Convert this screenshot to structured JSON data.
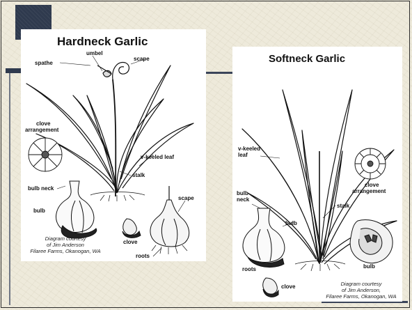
{
  "hardneck": {
    "title": "Hardneck Garlic",
    "labels": {
      "spathe": "spathe",
      "umbel": "umbel",
      "scape_top": "scape",
      "clove_arrangement_1": "clove",
      "clove_arrangement_2": "arrangement",
      "v_keeled_leaf": "v-keeled leaf",
      "stalk": "stalk",
      "bulb_neck": "bulb neck",
      "bulb": "bulb",
      "scape_bottom": "scape",
      "clove": "clove",
      "roots": "roots"
    },
    "credit": [
      "Diagram courtesy",
      "of Jim Anderson",
      "Filaree Farms, Okanogan, WA"
    ]
  },
  "softneck": {
    "title": "Softneck Garlic",
    "labels": {
      "v_keeled_1": "v-keeled",
      "v_keeled_2": "leaf",
      "clove_arrangement_1": "clove",
      "clove_arrangement_2": "arrangement",
      "bulb_neck_1": "bulb",
      "bulb_neck_2": "neck",
      "stalk": "stalk",
      "bulb_right": "bulb",
      "roots": "roots",
      "bulb_bottom": "bulb",
      "clove": "clove"
    },
    "credit": [
      "Diagram courtesy",
      "of Jim Anderson,",
      "Filaree Farms, Okanogan, WA"
    ]
  },
  "colors": {
    "background": "#eeeadb",
    "accent_navy": "#2f3a4e",
    "panel": "#ffffff",
    "ink": "#111111"
  }
}
